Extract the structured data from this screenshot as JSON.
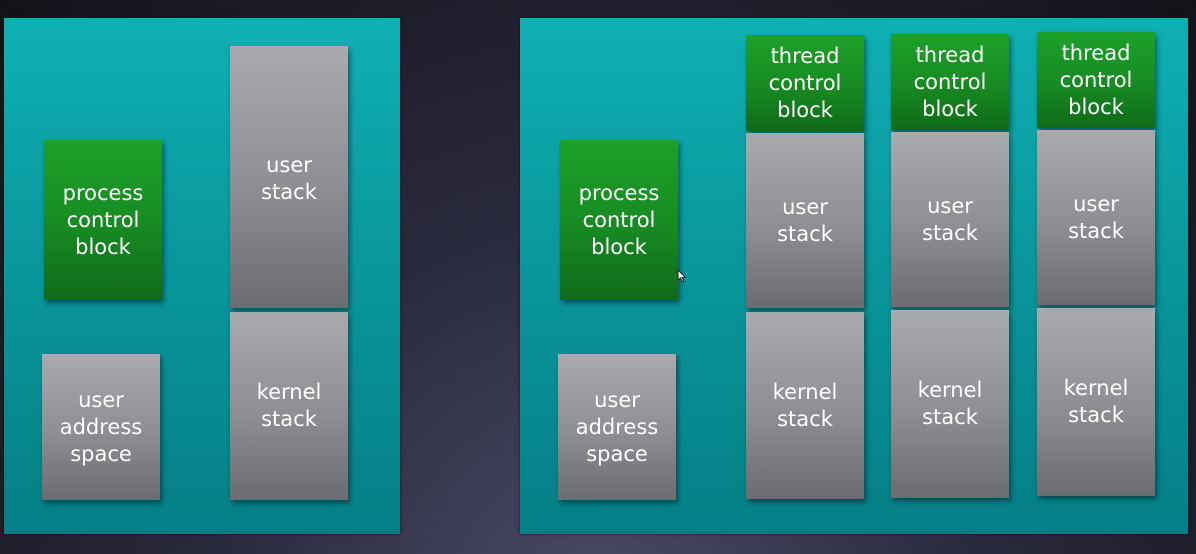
{
  "single_threaded": {
    "process_control_block": "process\ncontrol\nblock",
    "user_address_space": "user\naddress\nspace",
    "user_stack": "user\nstack",
    "kernel_stack": "kernel\nstack"
  },
  "multi_threaded": {
    "process_control_block": "process\ncontrol\nblock",
    "user_address_space": "user\naddress\nspace",
    "threads": [
      {
        "thread_control_block": "thread\ncontrol\nblock",
        "user_stack": "user\nstack",
        "kernel_stack": "kernel\nstack"
      },
      {
        "thread_control_block": "thread\ncontrol\nblock",
        "user_stack": "user\nstack",
        "kernel_stack": "kernel\nstack"
      },
      {
        "thread_control_block": "thread\ncontrol\nblock",
        "user_stack": "user\nstack",
        "kernel_stack": "kernel\nstack"
      }
    ]
  },
  "colors": {
    "panel": "#0aa3a8",
    "control_block": "#178a22",
    "memory_block": "#8c8e93"
  }
}
